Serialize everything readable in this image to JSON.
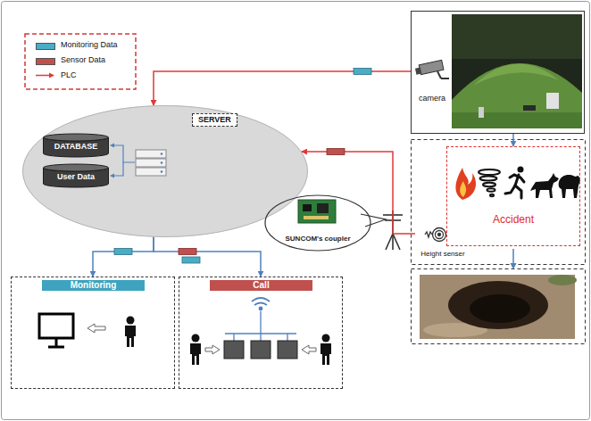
{
  "diagram": {
    "nodes": [
      {
        "text": [
          "SERVER"
        ]
      },
      {
        "text": [
          "DATABASE"
        ],
        "in": 0
      },
      {
        "text": [
          "User Data"
        ],
        "in": 0
      },
      {
        "text": [
          "SUNCOM's coupler"
        ]
      },
      {
        "text": [
          "camera"
        ]
      },
      {
        "text": [
          "Accident"
        ]
      },
      {
        "text": [
          "Height senser"
        ]
      },
      {
        "text": [
          "Monitoring"
        ]
      },
      {
        "text": [
          "Call"
        ]
      }
    ],
    "edges": [
      {
        "from": 4,
        "to": 0,
        "arrow": "to"
      },
      {
        "from": 6,
        "to": 0,
        "arrow": "to"
      },
      {
        "from": 0,
        "to": 7,
        "arrow": "to"
      },
      {
        "from": 0,
        "to": 8,
        "arrow": "to"
      },
      {
        "from": 4,
        "to": 5,
        "arrow": "to"
      }
    ],
    "legend": [
      {
        "text": "Monitoring Data",
        "color": "#4bacc6"
      },
      {
        "text": "Sensor Data",
        "color": "#c0504d"
      },
      {
        "text": "PLC"
      }
    ]
  }
}
